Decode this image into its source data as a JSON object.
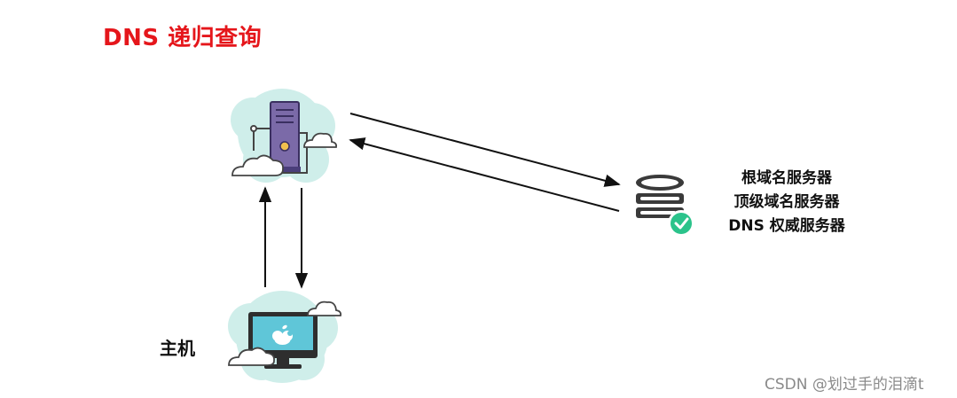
{
  "title": "DNS  递归查询",
  "nodes": {
    "local_dns": {
      "icon": "cloud-server-icon"
    },
    "host": {
      "icon": "cloud-computer-icon",
      "label": "主机",
      "logo": "apple-logo-icon"
    },
    "authoritative": {
      "icon": "database-check-icon",
      "labels": [
        "根域名服务器",
        "顶级域名服务器",
        "DNS 权威服务器"
      ]
    }
  },
  "edges": [
    {
      "from": "local_dns",
      "to": "authoritative"
    },
    {
      "from": "authoritative",
      "to": "local_dns"
    },
    {
      "from": "host",
      "to": "local_dns"
    },
    {
      "from": "local_dns",
      "to": "host"
    }
  ],
  "colors": {
    "title": "#e5161b",
    "cloud": "#cfeeea",
    "server": "#7b6aa8",
    "screen": "#5fc6d8",
    "check": "#2bc38b",
    "database": "#3a3a3a"
  },
  "watermark": "CSDN @划过手的泪滴t"
}
